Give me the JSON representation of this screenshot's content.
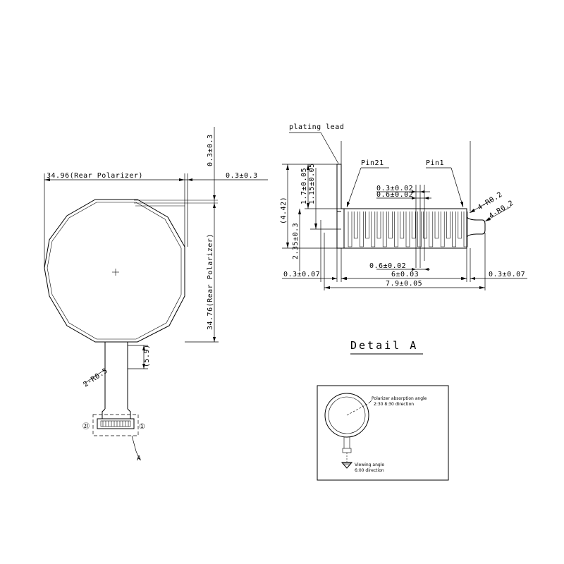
{
  "main_view": {
    "dim_width_rear_polarizer": "34.96(Rear Polarizer)",
    "dim_height_rear_polarizer": "34.76(Rear Polarizer)",
    "dim_offset_top": "0.3±0.3",
    "dim_offset_right": "0.3±0.3",
    "dim_tail_length": "(5.9)",
    "dim_tail_radius": "2-R0.5",
    "pin_left_mark": "㉑",
    "pin_right_mark": "①",
    "detail_callout": "A"
  },
  "detail_a": {
    "title": "Detail A",
    "label_plating_lead": "plating lead",
    "label_pin21": "Pin21",
    "label_pin1": "Pin1",
    "dim_total_height": "(4.42)",
    "dim_1_7": "1.7±0.05",
    "dim_1_15": "1.15±0.05",
    "dim_2_35": "2.35±0.3",
    "dim_pitch_03": "0.3±0.02",
    "dim_pad_06_top": "0.6±0.02",
    "dim_pad_06_bottom": "0.6±0.02",
    "dim_span_6": "6±0.03",
    "dim_span_7_9": "7.9±0.05",
    "dim_edge_left": "0.3±0.07",
    "dim_edge_right": "0.3±0.07",
    "dim_corner_r1": "4-R0.2",
    "dim_corner_r2": "4-R0.2"
  },
  "viewing_diagram": {
    "polarizer_line1": "Polarizer absorption angle",
    "polarizer_line2": "2:30 8:30  direction",
    "viewing_line1": "Viewing angle",
    "viewing_line2": "6:00 direction"
  }
}
